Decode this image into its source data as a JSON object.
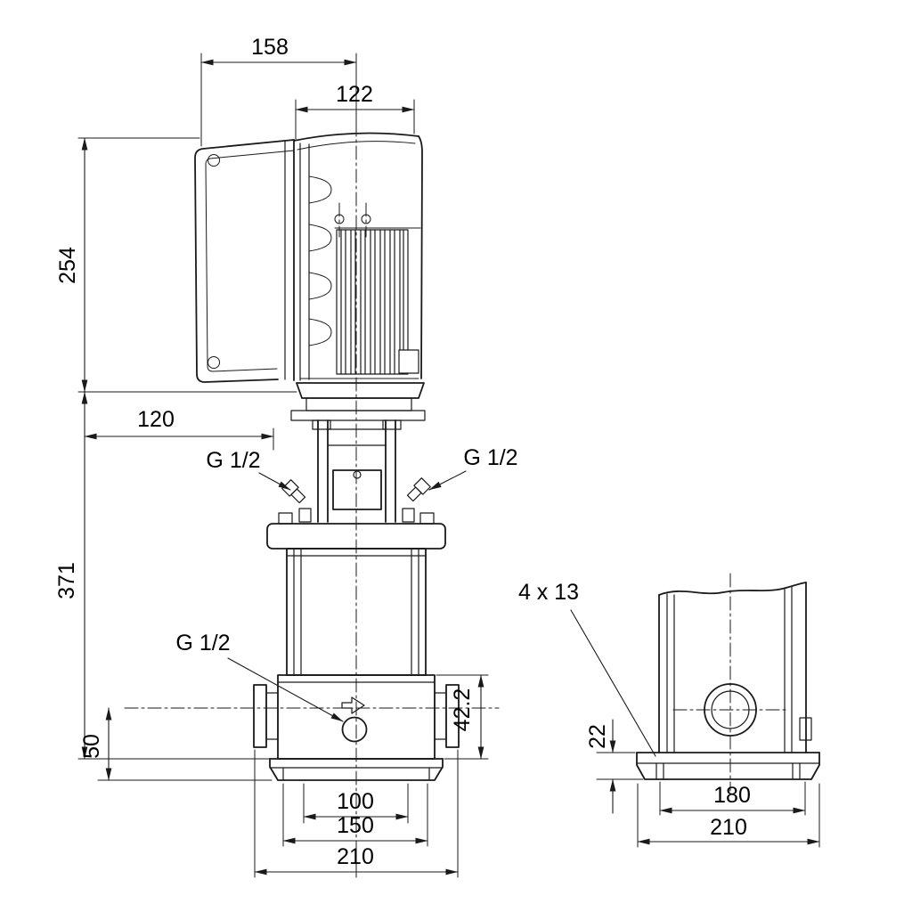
{
  "colors": {
    "line": "#1a1a1a",
    "background": "#ffffff"
  },
  "front_view": {
    "dim_158": "158",
    "dim_122": "122",
    "dim_254": "254",
    "dim_120": "120",
    "dim_371": "371",
    "port_top_left": "G 1/2",
    "port_top_right": "G 1/2",
    "port_drain": "G 1/2",
    "dim_42_2": "42.2",
    "dim_50": "50",
    "dim_100": "100",
    "dim_150": "150",
    "dim_210": "210"
  },
  "end_view": {
    "holes": "4 x 13",
    "dim_22": "22",
    "dim_180": "180",
    "dim_210": "210"
  }
}
